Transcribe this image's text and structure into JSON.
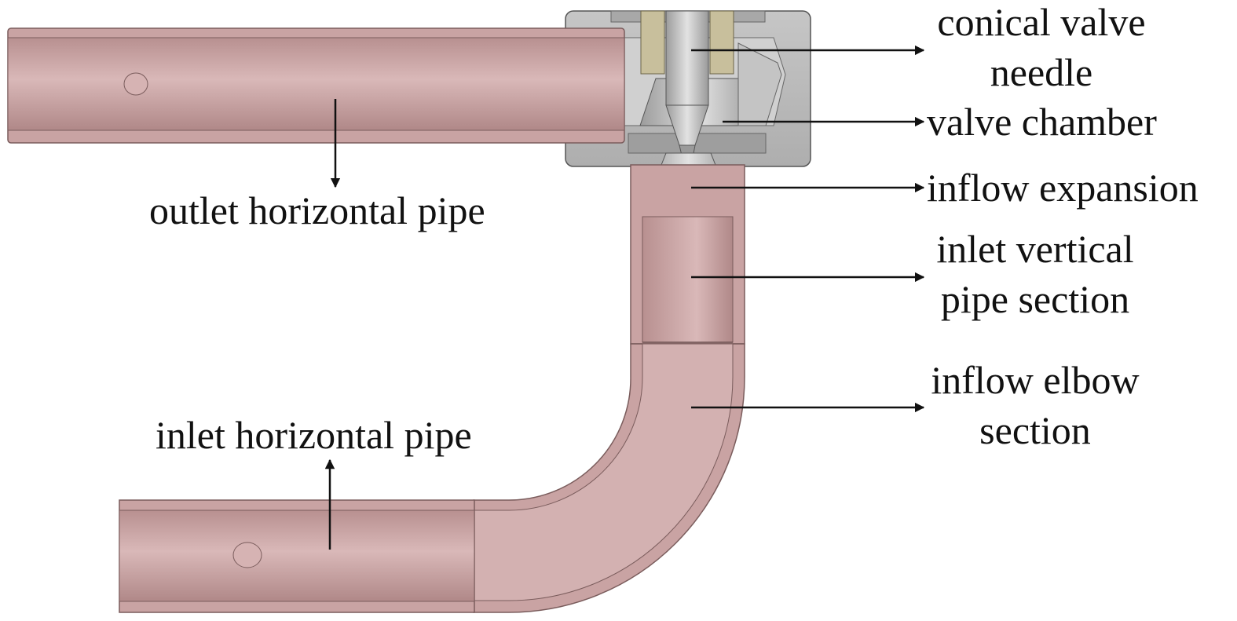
{
  "labels": {
    "conical_valve_needle": [
      "conical valve",
      "needle"
    ],
    "valve_chamber": "valve chamber",
    "inflow_expansion": "inflow expansion",
    "inlet_vertical_pipe_section": [
      "inlet vertical",
      "pipe section"
    ],
    "inflow_elbow_section": [
      "inflow elbow",
      "section"
    ],
    "outlet_horizontal_pipe": "outlet horizontal pipe",
    "inlet_horizontal_pipe": "inlet horizontal pipe"
  },
  "colors": {
    "pipe": "#c9a3a3",
    "pipe_edge": "#7a5c5c",
    "valve_body": "#bdbdbd",
    "valve_edge": "#555555",
    "needle_guide": "#c8bf9c",
    "arrow": "#111111"
  }
}
